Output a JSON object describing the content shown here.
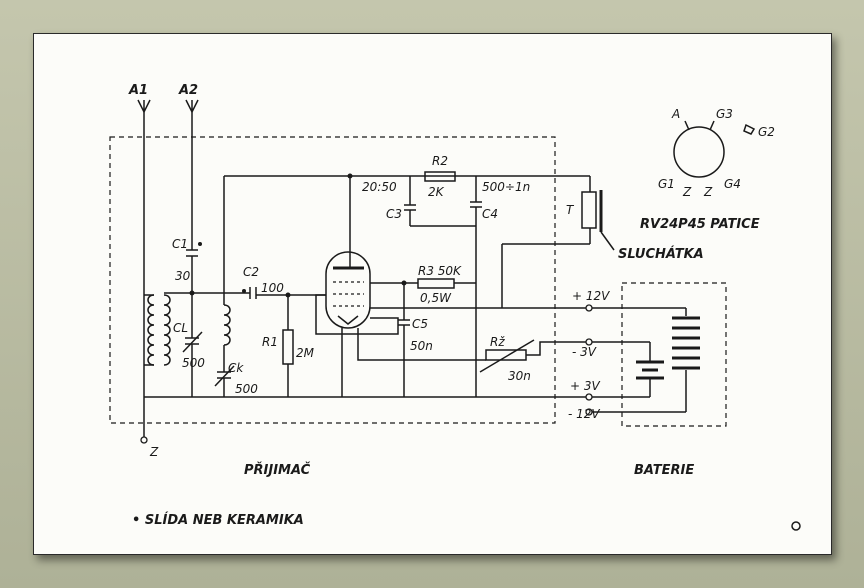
{
  "labels": {
    "antenna1": "A1",
    "antenna2": "A2",
    "ground": "Z",
    "c1": "C1",
    "c1_value": "30",
    "c2": "C2",
    "c2_value": "100",
    "cl": "CL",
    "cl_value": "500",
    "ck": "Ck",
    "ck_value": "500",
    "r1": "R1",
    "r1_value": "2M",
    "r2": "R2",
    "r2_value": "2K",
    "c3_value": "20:50",
    "c3": "C3",
    "c4_value": "500÷1n",
    "c4": "C4",
    "r3": "R3 50K",
    "r3_power": "0,5W",
    "c5": "C5",
    "c5_value": "50n",
    "rz": "Rž",
    "rz_value": "30n",
    "transformer": "T",
    "headphones": "SLUCHÁTKA",
    "plus12v": "+ 12V",
    "minus3v": "- 3V",
    "plus3v": "+ 3V",
    "minus12v": "- 12V",
    "pin_a": "A",
    "pin_g3": "G3",
    "pin_g2": "G2",
    "pin_g1": "G1",
    "pin_z1": "Z",
    "pin_z2": "Z",
    "pin_g4": "G4",
    "socket_title": "RV24P45  PATICE",
    "receiver": "PŘIJIMAČ",
    "battery": "BATERIE",
    "footnote": "• SLÍDA NEB KERAMIKA"
  }
}
